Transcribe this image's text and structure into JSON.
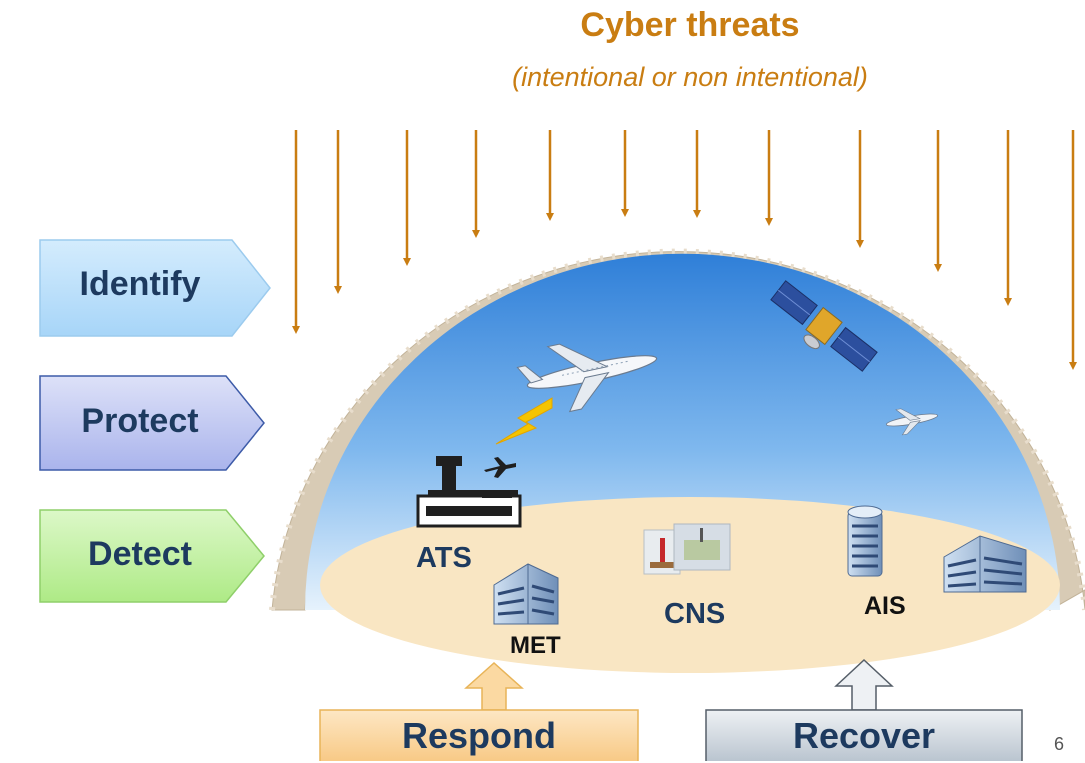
{
  "header": {
    "title": "Cyber threats",
    "subtitle": "(intentional or non intentional)"
  },
  "functions": {
    "identify": "Identify",
    "protect": "Protect",
    "detect": "Detect",
    "respond": "Respond",
    "recover": "Recover"
  },
  "places": {
    "ats": "ATS",
    "met": "MET",
    "cns": "CNS",
    "ais": "AIS"
  },
  "colors": {
    "threat": "#c97d12",
    "identify": "#bfe2fb",
    "protect": "#c7cdf2",
    "detect": "#c9f2ad",
    "respond": "#fbd9a2",
    "recover": "#d4dbe2",
    "sky": "#3f8ee0",
    "ground": "#f9e6c3",
    "shell": "#d8cbb5",
    "label": "#1d3a5f"
  },
  "page_number": "6"
}
